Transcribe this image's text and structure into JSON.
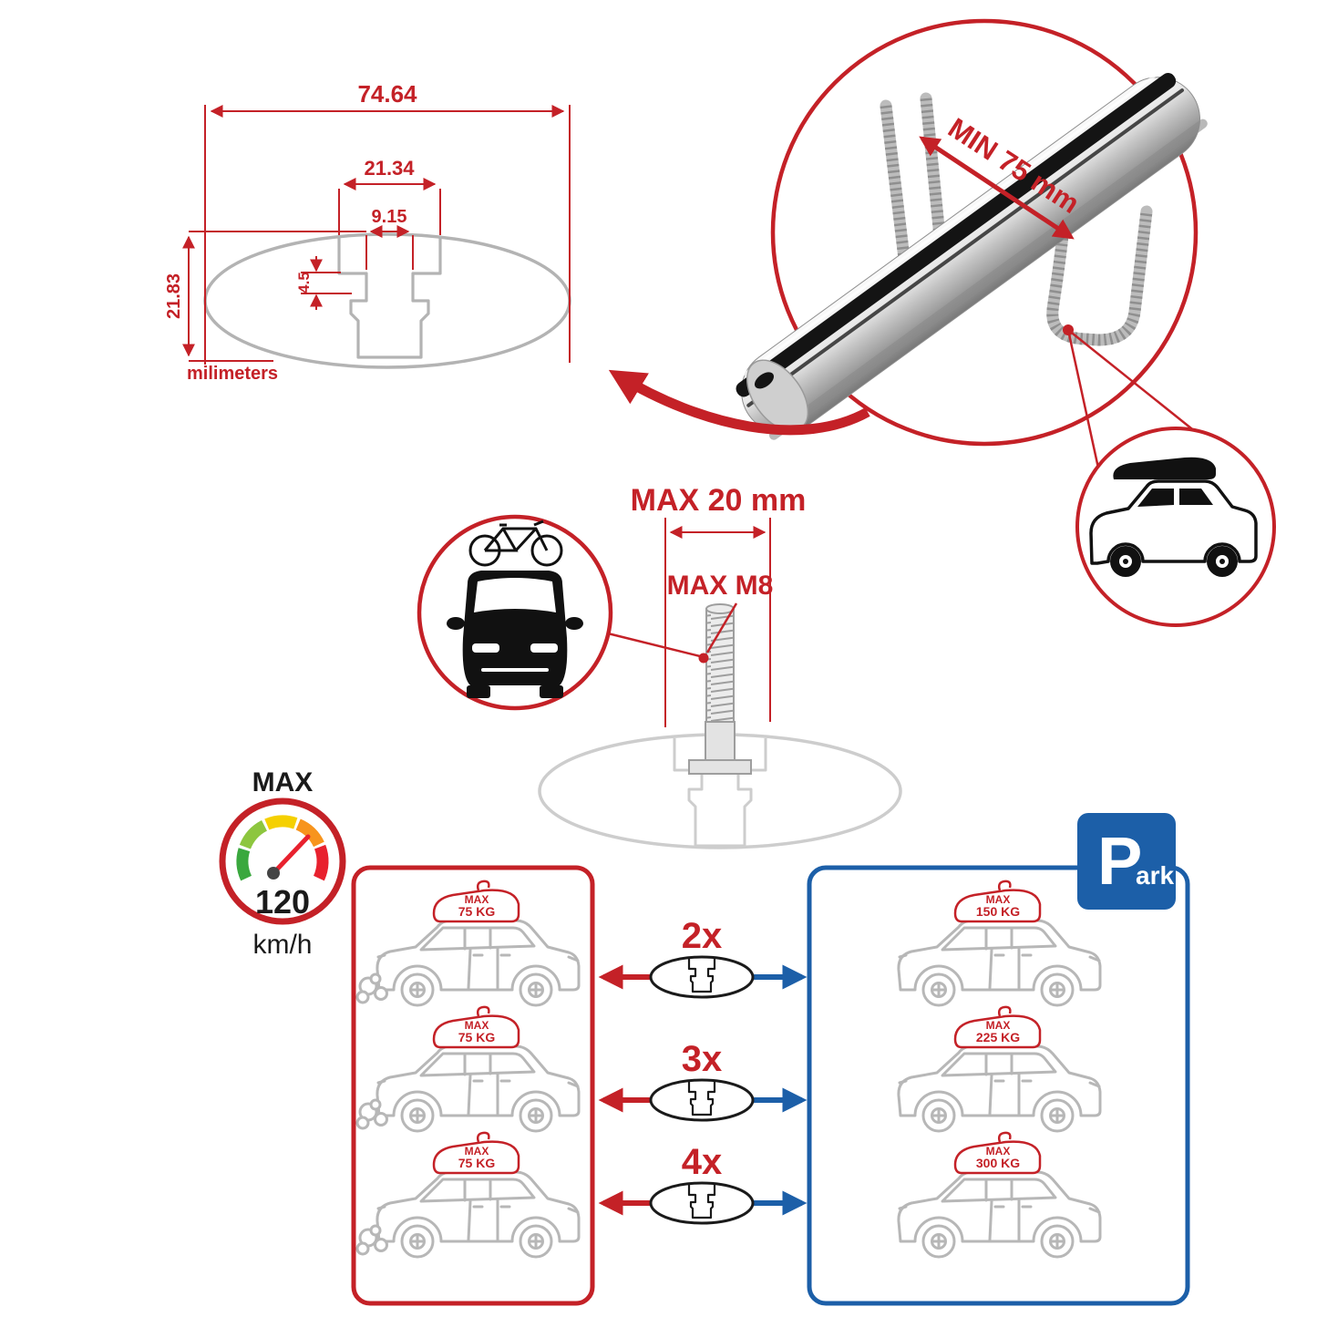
{
  "colors": {
    "red": "#c42127",
    "blue": "#1c5fa8",
    "gray": "#b3b3b3",
    "black": "#1a1a1a"
  },
  "cross_section": {
    "dim_total_width": "74.64",
    "dim_channel_width": "21.34",
    "dim_slot_width": "9.15",
    "dim_lip_height": "4.5",
    "dim_total_height": "21.83",
    "units": "milimeters"
  },
  "bar_photo": {
    "min_label": "MIN 75 mm"
  },
  "bolt_spec": {
    "max_length": "MAX 20 mm",
    "max_thread": "MAX M8"
  },
  "speedometer": {
    "label": "MAX",
    "value": "120",
    "unit": "km/h"
  },
  "park": {
    "letter": "P",
    "suffix": "ark"
  },
  "multipliers": [
    "2x",
    "3x",
    "4x"
  ],
  "driving_loads": [
    {
      "l1": "MAX",
      "l2": "75 KG"
    },
    {
      "l1": "MAX",
      "l2": "75 KG"
    },
    {
      "l1": "MAX",
      "l2": "75 KG"
    }
  ],
  "parked_loads": [
    {
      "l1": "MAX",
      "l2": "150 KG"
    },
    {
      "l1": "MAX",
      "l2": "225 KG"
    },
    {
      "l1": "MAX",
      "l2": "300 KG"
    }
  ]
}
